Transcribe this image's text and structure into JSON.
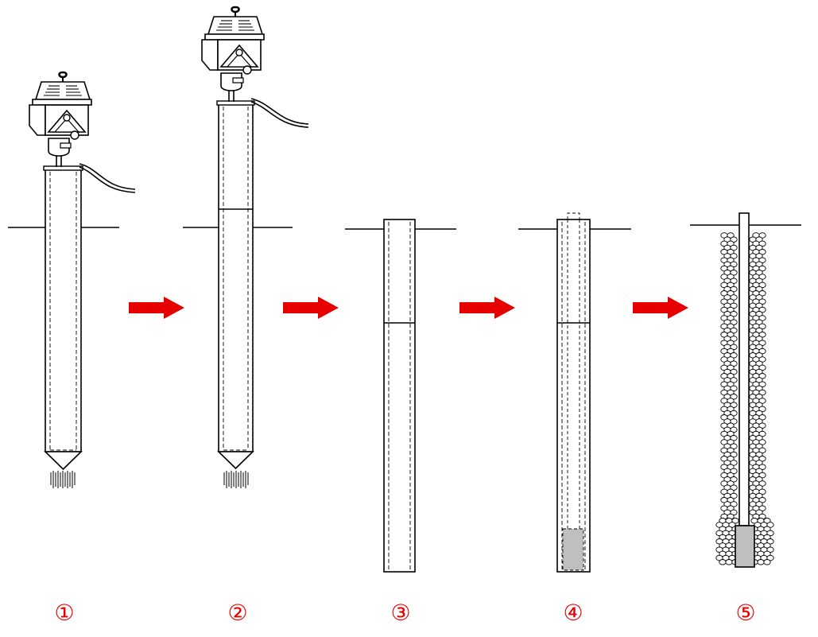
{
  "steps": [
    {
      "label": "①"
    },
    {
      "label": "②"
    },
    {
      "label": "③"
    },
    {
      "label": "④"
    },
    {
      "label": "⑤"
    }
  ],
  "colors": {
    "line": "#000000",
    "arrow": "#e60000",
    "label": "#e60000",
    "sensor_fill": "#bfbfbf",
    "background": "#ffffff"
  },
  "icons": {
    "driver": "vibratory-hammer-icon",
    "arrow": "right-arrow-icon",
    "gravel": "gravel-pebble-icon"
  }
}
